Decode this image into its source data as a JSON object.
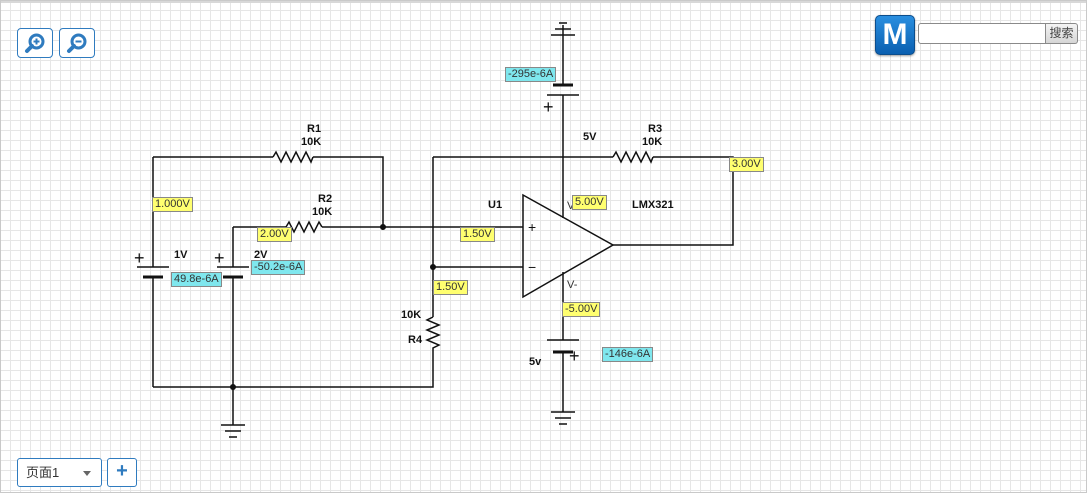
{
  "toolbar": {
    "zoom_in_icon": "zoom-in-icon",
    "zoom_out_icon": "zoom-out-icon"
  },
  "brand": {
    "logo_letter": "M",
    "logo_color": "#1a7bd0",
    "search_placeholder": "",
    "search_button": "搜索"
  },
  "footer": {
    "page_label": "页面1",
    "add_icon": "+"
  },
  "circuit": {
    "r1": {
      "name": "R1",
      "value": "10K"
    },
    "r2": {
      "name": "R2",
      "value": "10K"
    },
    "r3": {
      "name": "R3",
      "value": "10K"
    },
    "r4": {
      "name": "R4",
      "value": "10K"
    },
    "v1": {
      "value": "1V"
    },
    "v2": {
      "value": "2V"
    },
    "vpos": {
      "value": "5V"
    },
    "vneg": {
      "value": "5v"
    },
    "opamp": {
      "name": "U1",
      "part": "LMX321",
      "vplus": "V+",
      "vminus": "V-",
      "in_plus": "+",
      "in_minus": "−"
    },
    "plus_sign": "+"
  },
  "probes": {
    "i_top_supply": "-295e-6A",
    "v_r1_left": "1.000V",
    "v_out": "3.00V",
    "v_vplus": "5.00V",
    "v_r2_left": "2.00V",
    "v_in_plus": "1.50V",
    "i_v1": "49.8e-6A",
    "i_v2": "-50.2e-6A",
    "v_in_minus": "1.50V",
    "v_vminus": "-5.00V",
    "i_bottom_supply": "-146e-6A"
  },
  "colors": {
    "wire": "#111111",
    "voltage_probe": "#ffff70",
    "current_probe": "#7fe7ee",
    "accent": "#2f7bbf"
  }
}
